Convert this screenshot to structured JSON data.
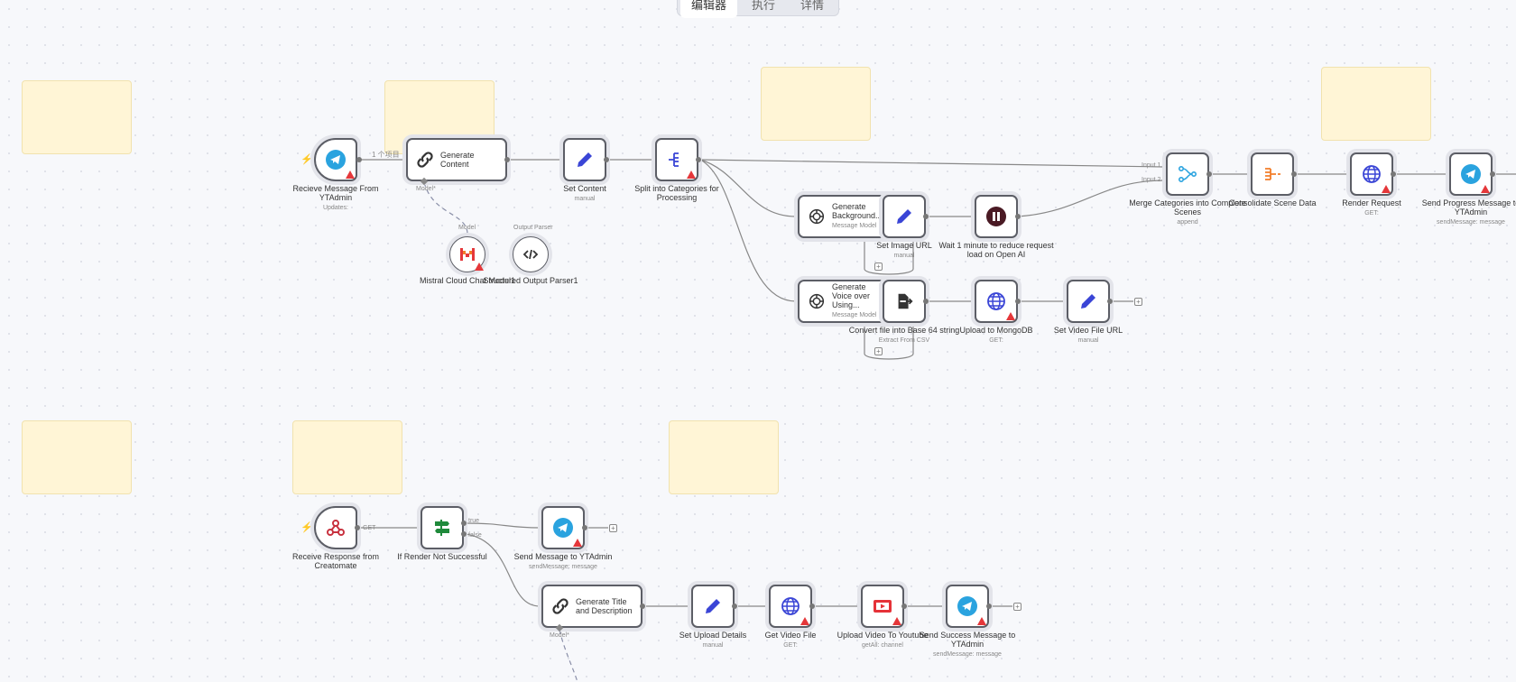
{
  "tabs": [
    "编辑器",
    "执行",
    "详情"
  ],
  "edge_labels": {
    "items_count": "1 个项目",
    "get": "GET",
    "true": "true",
    "false": "false",
    "input1": "Input 1",
    "input2": "Input 2",
    "model_star": "Model*",
    "model": "Model",
    "output_parser": "Output Parser"
  },
  "nodes": {
    "receive_msg": {
      "title": "Recieve Message From YTAdmin",
      "sub": "Updates:"
    },
    "generate_content": {
      "title": "Generate Content"
    },
    "set_content": {
      "title": "Set Content",
      "sub": "manual"
    },
    "split": {
      "title": "Split into Categories for Processing"
    },
    "mistral": {
      "title": "Mistral Cloud Chat Model1"
    },
    "parser": {
      "title": "Structured Output Parser1"
    },
    "gen_bg": {
      "title": "Generate Background...",
      "sub": "Message Model"
    },
    "set_image": {
      "title": "Set Image URL",
      "sub": "manual"
    },
    "wait": {
      "title": "Wait 1 minute to reduce request load on Open AI"
    },
    "gen_voice": {
      "title": "Generate Voice over Using...",
      "sub": "Message Model"
    },
    "convert": {
      "title": "Convert file into Base 64 string",
      "sub": "Extract From CSV"
    },
    "upload_mongo": {
      "title": "Upload to MongoDB",
      "sub": "GET:"
    },
    "set_video": {
      "title": "Set Video File URL",
      "sub": "manual"
    },
    "merge": {
      "title": "Merge Categories into Complete Scenes",
      "sub": "append"
    },
    "consolidate": {
      "title": "Consolidate Scene Data"
    },
    "render": {
      "title": "Render Request",
      "sub": "GET:"
    },
    "send_progress": {
      "title": "Send Progress Message to YTAdmin",
      "sub": "sendMessage: message"
    },
    "receive_creatomate": {
      "title": "Receive Response from Creatomate"
    },
    "if_render": {
      "title": "If Render Not Successful"
    },
    "send_message": {
      "title": "Send Message to YTAdmin",
      "sub": "sendMessage: message"
    },
    "gen_title": {
      "title": "Generate Title and Description"
    },
    "set_upload": {
      "title": "Set Upload Details",
      "sub": "manual"
    },
    "get_video": {
      "title": "Get Video File",
      "sub": "GET:"
    },
    "upload_yt": {
      "title": "Upload Video To Youtube",
      "sub": "getAll: channel"
    },
    "send_success": {
      "title": "Send Success Message to YTAdmin",
      "sub": "sendMessage: message"
    }
  },
  "colors": {
    "telegram": "#2aa3df",
    "pencil": "#3a45d6",
    "globe": "#3a45d6",
    "warn": "#e5373a",
    "youtube": "#e53238",
    "sticky": "#fff5d6"
  },
  "icons": [
    "telegram-icon",
    "link-icon",
    "pencil-icon",
    "split-icon",
    "mistral-icon",
    "code-icon",
    "openai-icon",
    "pause-icon",
    "file-convert-icon",
    "globe-icon",
    "merge-icon",
    "consolidate-icon",
    "webhook-icon",
    "if-icon",
    "youtube-icon"
  ]
}
